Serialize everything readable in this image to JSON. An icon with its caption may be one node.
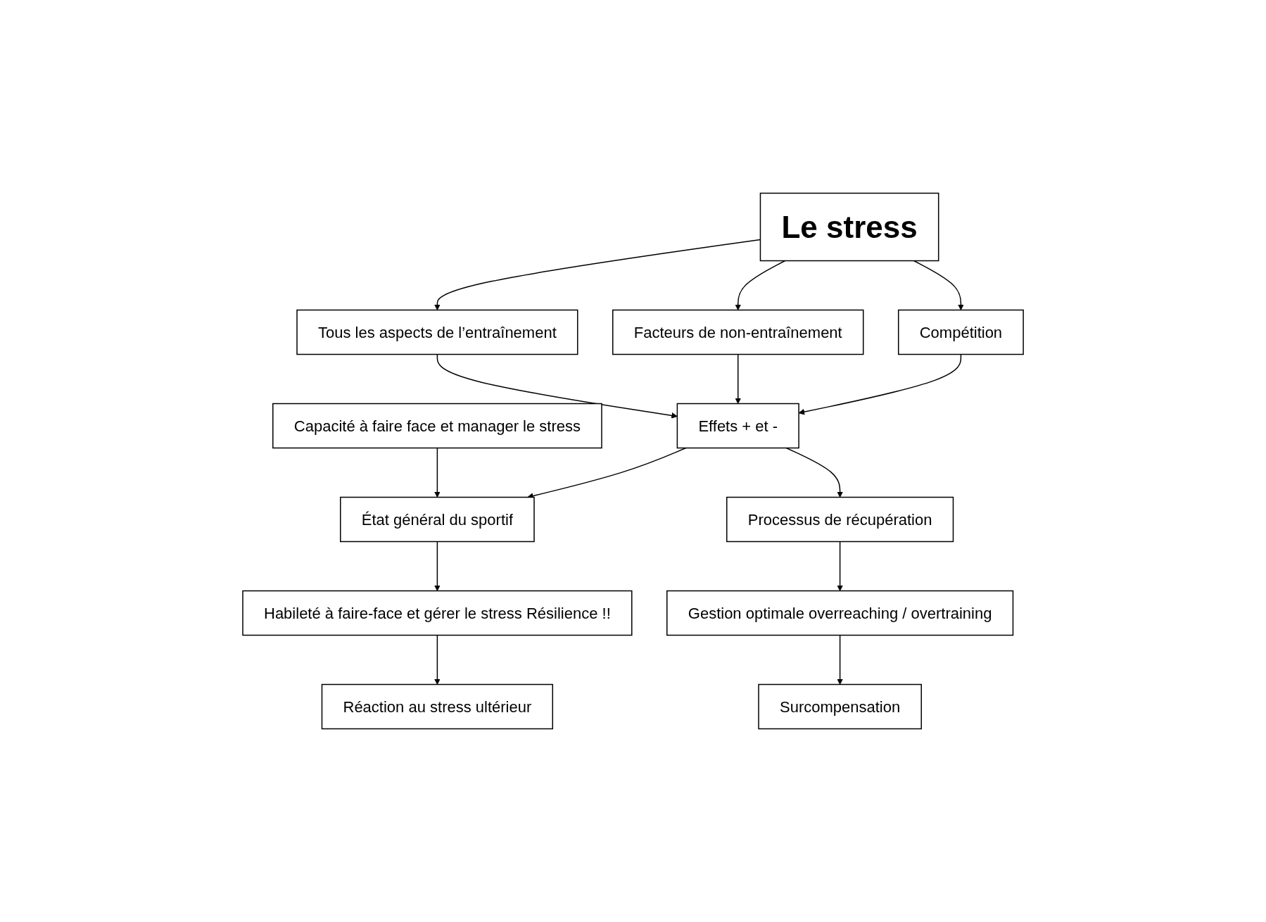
{
  "diagram": {
    "nodes": [
      {
        "text": [
          "Le stress"
        ]
      },
      {
        "text": [
          "Tous les aspects de l’entraînement"
        ]
      },
      {
        "text": [
          "Facteurs de non-entraînement"
        ]
      },
      {
        "text": [
          "Compétition"
        ]
      },
      {
        "text": [
          "Capacité à faire face et manager le stress"
        ]
      },
      {
        "text": [
          "Effets + et -"
        ]
      },
      {
        "text": [
          "État général du sportif"
        ]
      },
      {
        "text": [
          "Processus de récupération"
        ]
      },
      {
        "text": [
          "Habileté à faire-face et gérer le stress Résilience !!"
        ]
      },
      {
        "text": [
          "Gestion optimale overreaching / overtraining"
        ]
      },
      {
        "text": [
          "Réaction au stress ultérieur"
        ]
      },
      {
        "text": [
          "Surcompensation"
        ]
      }
    ],
    "edges": [
      {
        "from": 0,
        "to": 1,
        "arrow": "to"
      },
      {
        "from": 0,
        "to": 2,
        "arrow": "to"
      },
      {
        "from": 0,
        "to": 3,
        "arrow": "to"
      },
      {
        "from": 1,
        "to": 5,
        "arrow": "to"
      },
      {
        "from": 2,
        "to": 5,
        "arrow": "to"
      },
      {
        "from": 3,
        "to": 5,
        "arrow": "to"
      },
      {
        "from": 4,
        "to": 6,
        "arrow": "to"
      },
      {
        "from": 5,
        "to": 6,
        "arrow": "to"
      },
      {
        "from": 5,
        "to": 7,
        "arrow": "to"
      },
      {
        "from": 6,
        "to": 8,
        "arrow": "to"
      },
      {
        "from": 7,
        "to": 9,
        "arrow": "to"
      },
      {
        "from": 8,
        "to": 10,
        "arrow": "to"
      },
      {
        "from": 9,
        "to": 11,
        "arrow": "to"
      }
    ]
  }
}
